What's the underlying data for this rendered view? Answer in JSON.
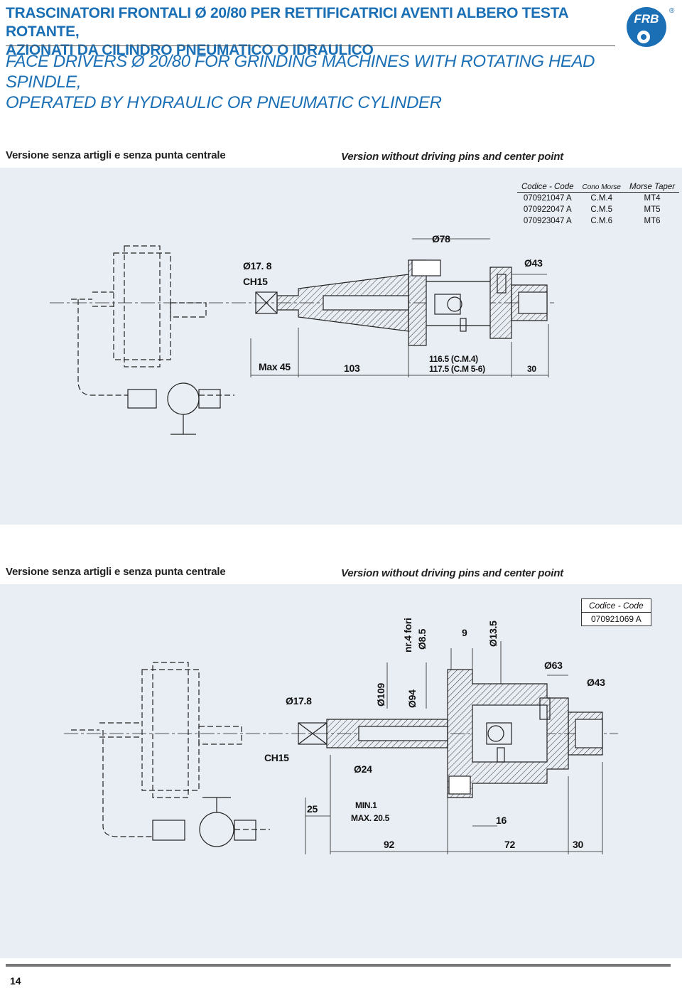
{
  "header": {
    "title_it_line1": "TRASCINATORI FRONTALI Ø 20/80 PER RETTIFICATRICI AVENTI ALBERO TESTA ROTANTE,",
    "title_it_line2": "AZIONATI DA CILINDRO PNEUMATICO O IDRAULICO",
    "title_en_line1": "FACE DRIVERS Ø 20/80 FOR GRINDING MACHINES WITH ROTATING HEAD SPINDLE,",
    "title_en_line2": "OPERATED BY HYDRAULIC OR PNEUMATIC CYLINDER",
    "logo_text": "FRB",
    "logo_registered": "®"
  },
  "section1": {
    "label_it": "Versione senza artigli e senza punta centrale",
    "label_en": "Version without driving pins and center point",
    "table": {
      "headers": [
        "Codice - Code",
        "Cono Morse",
        "Morse Taper"
      ],
      "rows": [
        [
          "070921047 A",
          "C.M.4",
          "MT4"
        ],
        [
          "070922047 A",
          "C.M.5",
          "MT5"
        ],
        [
          "070923047 A",
          "C.M.6",
          "MT6"
        ]
      ]
    },
    "dims": {
      "d78": "Ø78",
      "d17": "Ø17. 8",
      "ch15": "CH15",
      "d43": "Ø43",
      "max45": "Max 45",
      "l103": "103",
      "l116": "116.5 (C.M.4)",
      "l117": "117.5 (C.M 5-6)",
      "l30": "30"
    }
  },
  "section2": {
    "label_it": "Versione senza artigli e senza punta centrale",
    "label_en": "Version without driving pins and center point",
    "code_header": "Codice - Code",
    "code_value": "070921069 A",
    "dims": {
      "holes": "nr.4 fori",
      "d85": "Ø8.5",
      "nine": "9",
      "d135": "Ø13.5",
      "d63": "Ø63",
      "d43": "Ø43",
      "d17": "Ø17.8",
      "d109": "Ø109",
      "d94": "Ø94",
      "ch15": "CH15",
      "d24": "Ø24",
      "l25": "25",
      "min1": "MIN.1",
      "max205": "MAX. 20.5",
      "l16": "16",
      "l92": "92",
      "l72": "72",
      "l30": "30"
    }
  },
  "footer": {
    "page_number": "14"
  },
  "colors": {
    "title_blue": "#1a6fb5",
    "panel_bg": "#e9eef4",
    "hatch": "#333333"
  }
}
